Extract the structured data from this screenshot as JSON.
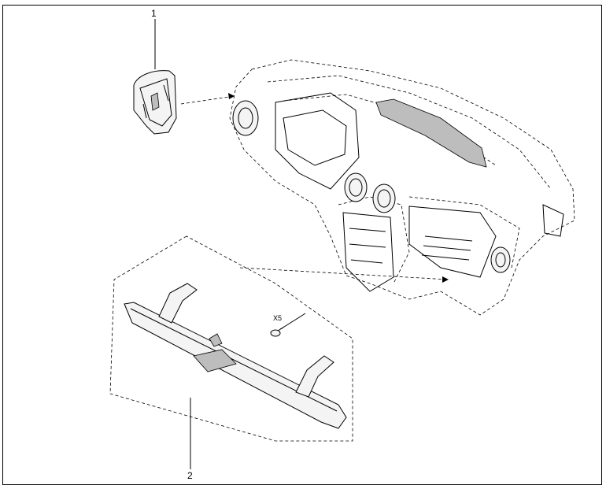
{
  "callouts": {
    "item_1": "1",
    "item_2": "2"
  },
  "fastener": {
    "quantity": "X5"
  },
  "colors": {
    "line": "#000000",
    "background": "#ffffff"
  }
}
